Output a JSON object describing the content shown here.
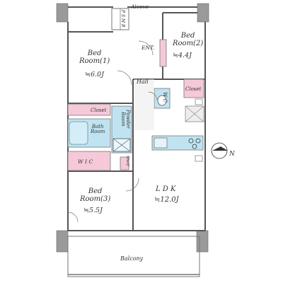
{
  "plan": {
    "alcove": "Alcove",
    "ps_mb": "P S  M B",
    "ent": "ENT.",
    "hall": "Hall",
    "wc": "W C",
    "closet_right": "Closet",
    "closet_left": "Closet",
    "bath": "Bath\nRoom",
    "powder": "Powder\nRoom",
    "wic": "W I C",
    "shelf": "Shelf",
    "bed1": {
      "name": "Bed\nRoom(1)",
      "size": "≒6.0J"
    },
    "bed2": {
      "name": "Bed\nRoom(2)",
      "size": "≒4.4J"
    },
    "bed3": {
      "name": "Bed\nRoom(3)",
      "size": "≒5.5J"
    },
    "ldk": {
      "name": "L D K",
      "size": "≒12.0J"
    },
    "balcony": "Balcony",
    "north": "N"
  },
  "colors": {
    "wall": "#9a9a9a",
    "pink": "#f5c9d8",
    "blue": "#bfe3f1",
    "light": "#ededed"
  }
}
